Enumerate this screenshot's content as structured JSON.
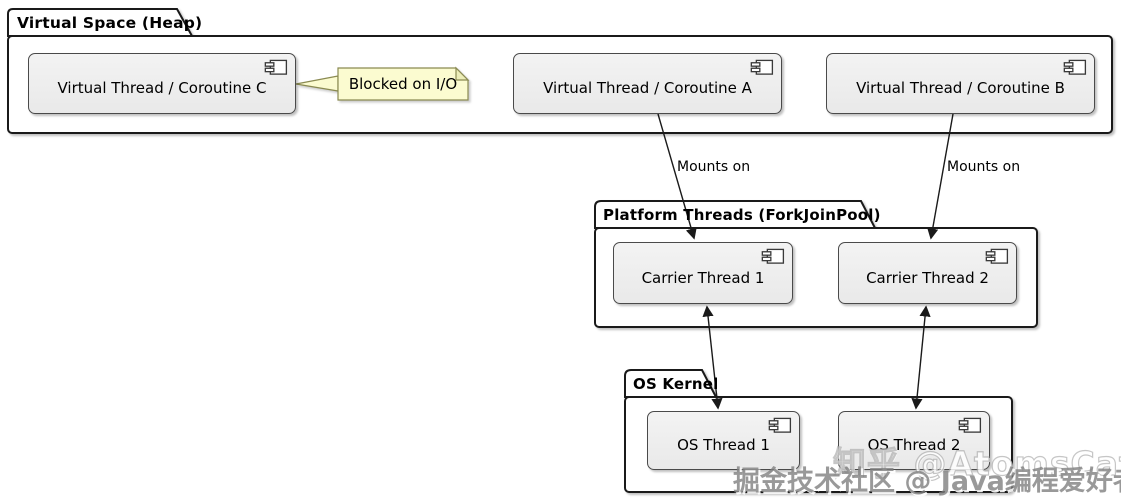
{
  "diagram": {
    "packages": {
      "virtual_space": {
        "title": "Virtual Space (Heap)"
      },
      "platform_threads": {
        "title": "Platform Threads (ForkJoinPool)"
      },
      "os_kernel": {
        "title": "OS Kernel"
      }
    },
    "components": {
      "vt_c": {
        "label": "Virtual Thread / Coroutine C"
      },
      "vt_a": {
        "label": "Virtual Thread / Coroutine A"
      },
      "vt_b": {
        "label": "Virtual Thread / Coroutine B"
      },
      "carrier_1": {
        "label": "Carrier Thread 1"
      },
      "carrier_2": {
        "label": "Carrier Thread 2"
      },
      "os_thread_1": {
        "label": "OS Thread 1"
      },
      "os_thread_2": {
        "label": "OS Thread 2"
      }
    },
    "note": {
      "text": "Blocked on I/O"
    },
    "edges": {
      "a_to_carrier1": {
        "label": "Mounts on"
      },
      "b_to_carrier2": {
        "label": "Mounts on"
      }
    },
    "watermarks": {
      "zhihu": "知乎 @AtomsCat",
      "juejin": "掘金技术社区 @ Java编程爱好者"
    },
    "colors": {
      "package_border": "#1a1a1a",
      "component_fill": "#efefef",
      "component_border": "#4a4a4a",
      "note_fill": "#fbfbd0",
      "note_border": "#8a8a52",
      "arrow": "#1a1a1a"
    }
  }
}
